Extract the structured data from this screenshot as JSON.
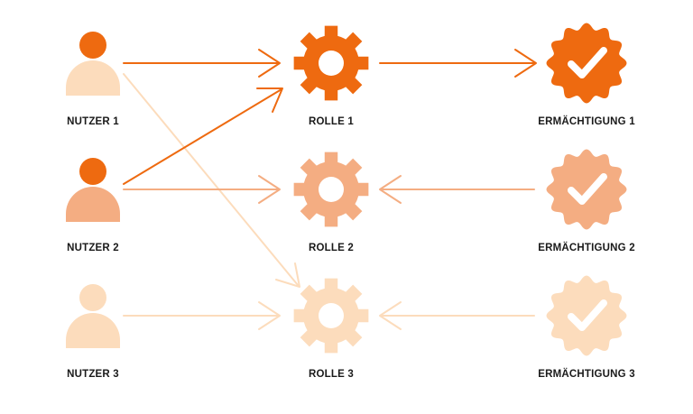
{
  "colors": {
    "strong": "#ee6a10",
    "medium": "#f4ad82",
    "light": "#fcdcbc"
  },
  "users": [
    {
      "label": "NUTZER 1",
      "head": "strong",
      "body": "light"
    },
    {
      "label": "NUTZER 2",
      "head": "strong",
      "body": "medium"
    },
    {
      "label": "NUTZER 3",
      "head": "light",
      "body": "light"
    }
  ],
  "roles": [
    {
      "label": "ROLLE 1",
      "color": "strong"
    },
    {
      "label": "ROLLE 2",
      "color": "medium"
    },
    {
      "label": "ROLLE 3",
      "color": "light"
    }
  ],
  "permissions": [
    {
      "label": "ERMÄCHTIGUNG 1",
      "color": "strong",
      "icon": "check-badge-icon"
    },
    {
      "label": "ERMÄCHTIGUNG 2",
      "color": "medium",
      "icon": "check-badge-icon"
    },
    {
      "label": "ERMÄCHTIGUNG 3",
      "color": "light",
      "icon": "check-badge-icon"
    }
  ],
  "connections": [
    {
      "from": "NUTZER 1",
      "to": "ROLLE 1",
      "color": "strong"
    },
    {
      "from": "NUTZER 1",
      "to": "ROLLE 3",
      "color": "light"
    },
    {
      "from": "NUTZER 2",
      "to": "ROLLE 1",
      "color": "strong"
    },
    {
      "from": "NUTZER 2",
      "to": "ROLLE 2",
      "color": "medium"
    },
    {
      "from": "NUTZER 3",
      "to": "ROLLE 3",
      "color": "light"
    },
    {
      "from": "ROLLE 1",
      "to": "ERMÄCHTIGUNG 1",
      "color": "strong"
    },
    {
      "from": "ERMÄCHTIGUNG 2",
      "to": "ROLLE 2",
      "color": "medium"
    },
    {
      "from": "ERMÄCHTIGUNG 3",
      "to": "ROLLE 3",
      "color": "light"
    }
  ]
}
